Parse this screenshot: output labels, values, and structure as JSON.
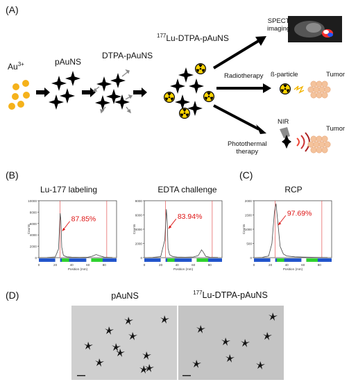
{
  "panel_letters": {
    "a": "(A)",
    "b": "(B)",
    "c": "(C)",
    "d": "(D)"
  },
  "scheme": {
    "au3_label": "Au",
    "au3_charge": "3+",
    "pauns_label": "pAuNS",
    "dtpa_label": "DTPA-pAuNS",
    "lu_sup": "177",
    "lu_label": "Lu-DTPA-pAuNS",
    "spect_line1": "SPECT",
    "spect_line2": "imaging",
    "radiotherapy": "Radiotherapy",
    "beta_particle": "ß-particle",
    "tumor1": "Tumor",
    "nir": "NIR",
    "photothermal_line1": "Photothermal",
    "photothermal_line2": "therapy",
    "tumor2": "Tumor"
  },
  "chart_data": [
    {
      "type": "line",
      "title": "Lu-177 labeling",
      "ylabel": "Counts",
      "xlabel": "Position (mm)",
      "ylim": [
        0,
        10000
      ],
      "yticks": [
        "0",
        "2000",
        "4000",
        "6000",
        "8000",
        "10000"
      ],
      "xticks": [
        "0",
        "20",
        "40",
        "60",
        "80"
      ],
      "annotation": "87.85%",
      "x": [
        0,
        10,
        20,
        24,
        26,
        27,
        28,
        30,
        34,
        40,
        50,
        60,
        65,
        70,
        75,
        80,
        90
      ],
      "y": [
        0,
        30,
        120,
        1500,
        7800,
        6500,
        1800,
        400,
        150,
        80,
        60,
        80,
        250,
        550,
        300,
        80,
        30
      ]
    },
    {
      "type": "line",
      "title": "EDTA challenge",
      "ylabel": "Counts",
      "xlabel": "Position (mm)",
      "ylim": [
        0,
        8000
      ],
      "yticks": [
        "0",
        "2000",
        "4000",
        "6000",
        "8000"
      ],
      "xticks": [
        "0",
        "20",
        "40",
        "60",
        "80"
      ],
      "annotation": "83.94%",
      "x": [
        0,
        10,
        20,
        25,
        27,
        28,
        29,
        31,
        35,
        40,
        50,
        60,
        66,
        70,
        72,
        75,
        80,
        90
      ],
      "y": [
        0,
        30,
        150,
        2500,
        6800,
        5000,
        1300,
        400,
        150,
        80,
        60,
        100,
        300,
        1100,
        800,
        200,
        60,
        30
      ]
    },
    {
      "type": "line",
      "title": "RCP",
      "ylabel": "Counts",
      "xlabel": "Position (mm)",
      "ylim": [
        0,
        2000
      ],
      "yticks": [
        "0",
        "500",
        "1000",
        "1500",
        "2000"
      ],
      "xticks": [
        "0",
        "20",
        "40",
        "60",
        "80"
      ],
      "annotation": "97.69%",
      "x": [
        0,
        10,
        18,
        22,
        25,
        27,
        29,
        32,
        36,
        40,
        50,
        60,
        70,
        80,
        90
      ],
      "y": [
        0,
        10,
        60,
        500,
        1600,
        1900,
        1300,
        400,
        130,
        60,
        30,
        20,
        15,
        10,
        5
      ]
    }
  ],
  "tem": {
    "left_label": "pAuNS",
    "right_sup": "177",
    "right_label": "Lu-DTPA-pAuNS"
  },
  "colors": {
    "au_dot": "#f5b21b",
    "star": "#000000",
    "plot_line": "#444444",
    "red_line": "#e35555",
    "bar_blue": "#2255cc",
    "bar_green": "#2fd22f",
    "tem_bg": "#c8c8c8"
  }
}
